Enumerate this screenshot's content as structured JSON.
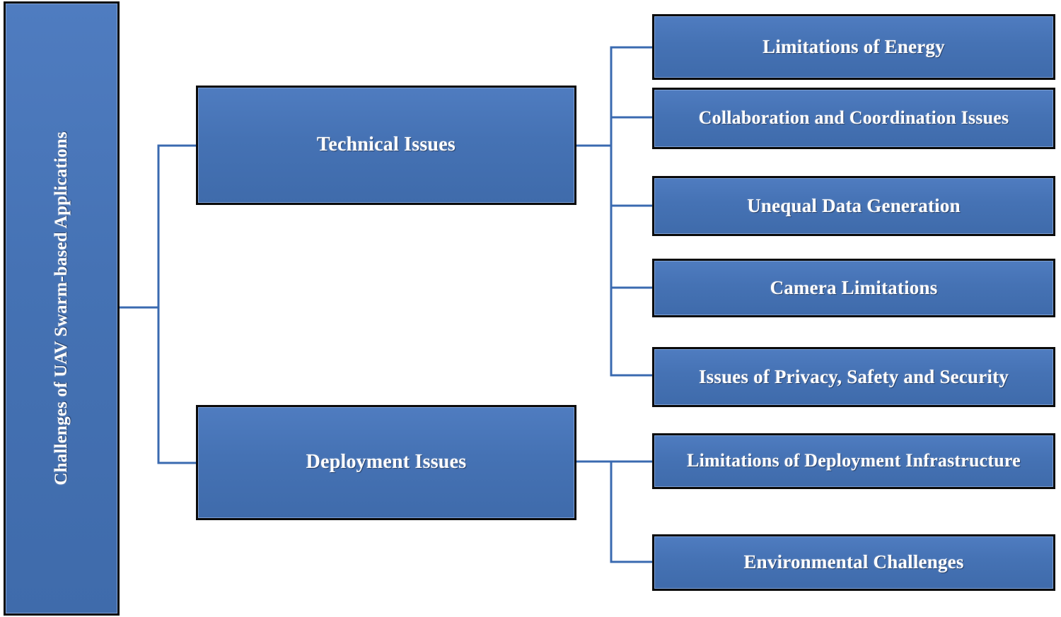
{
  "diagram": {
    "title": "Challenges of UAV Swarm-based Applications",
    "type": "hierarchy-tree",
    "orientation": "left-to-right",
    "colors": {
      "node_fill": "#4572b4",
      "node_border": "#0a0a0a",
      "node_text": "#ffffff",
      "connector": "#3a6ab0",
      "background": "#ffffff"
    }
  },
  "root": {
    "label": "Challenges of UAV Swarm-based Applications",
    "orientation": "vertical-bottom-to-top"
  },
  "branches": [
    {
      "label": "Technical Issues"
    },
    {
      "label": "Deployment Issues"
    }
  ],
  "leaves": [
    {
      "label": "Limitations of Energy",
      "parent": "Technical Issues"
    },
    {
      "label": "Collaboration and Coordination Issues",
      "parent": "Technical Issues"
    },
    {
      "label": "Unequal Data Generation",
      "parent": "Technical Issues"
    },
    {
      "label": "Camera Limitations",
      "parent": "Technical Issues"
    },
    {
      "label": "Issues of Privacy, Safety and Security",
      "parent": "Technical Issues"
    },
    {
      "label": "Limitations of Deployment Infrastructure",
      "parent": "Deployment Issues"
    },
    {
      "label": "Environmental Challenges",
      "parent": "Deployment Issues"
    }
  ]
}
